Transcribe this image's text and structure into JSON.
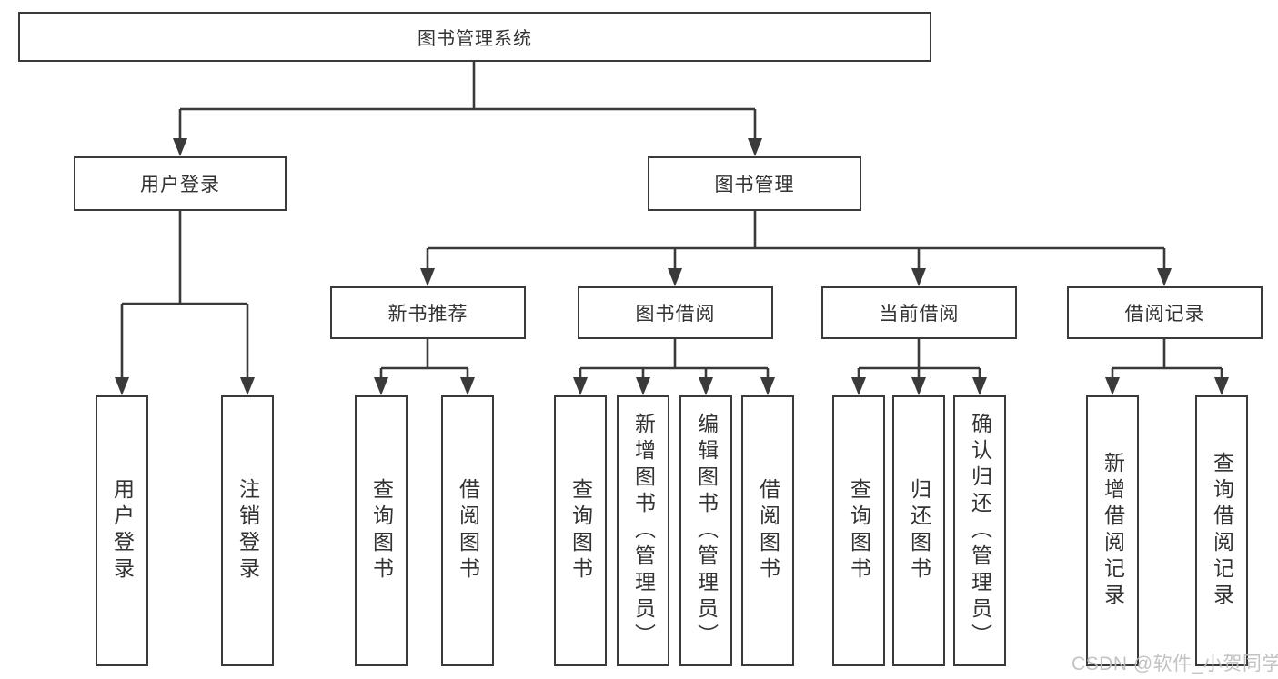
{
  "diagram": {
    "title": "图书管理系统",
    "watermark": "CSDN @软件_小贺同学",
    "colors": {
      "line": "#3a3a3a",
      "box_border": "#3a3a3a",
      "text": "#333333",
      "watermark": "#bebebe",
      "background": "#ffffff"
    },
    "root": {
      "label": "图书管理系统"
    },
    "level2": [
      {
        "label": "用户登录",
        "parent": "图书管理系统"
      },
      {
        "label": "图书管理",
        "parent": "图书管理系统"
      }
    ],
    "level3": [
      {
        "label": "新书推荐",
        "parent": "图书管理"
      },
      {
        "label": "图书借阅",
        "parent": "图书管理"
      },
      {
        "label": "当前借阅",
        "parent": "图书管理"
      },
      {
        "label": "借阅记录",
        "parent": "图书管理"
      }
    ],
    "leaves": [
      {
        "label": "用户登录",
        "parent": "用户登录"
      },
      {
        "label": "注销登录",
        "parent": "用户登录"
      },
      {
        "label": "查询图书",
        "parent": "新书推荐"
      },
      {
        "label": "借阅图书",
        "parent": "新书推荐"
      },
      {
        "label": "查询图书",
        "parent": "图书借阅"
      },
      {
        "label": "新增图书（管理员）",
        "parent": "图书借阅"
      },
      {
        "label": "编辑图书（管理员）",
        "parent": "图书借阅"
      },
      {
        "label": "借阅图书",
        "parent": "图书借阅"
      },
      {
        "label": "查询图书",
        "parent": "当前借阅"
      },
      {
        "label": "归还图书",
        "parent": "当前借阅"
      },
      {
        "label": "确认归还（管理员）",
        "parent": "当前借阅"
      },
      {
        "label": "新增借阅记录",
        "parent": "借阅记录"
      },
      {
        "label": "查询借阅记录",
        "parent": "借阅记录"
      }
    ]
  }
}
